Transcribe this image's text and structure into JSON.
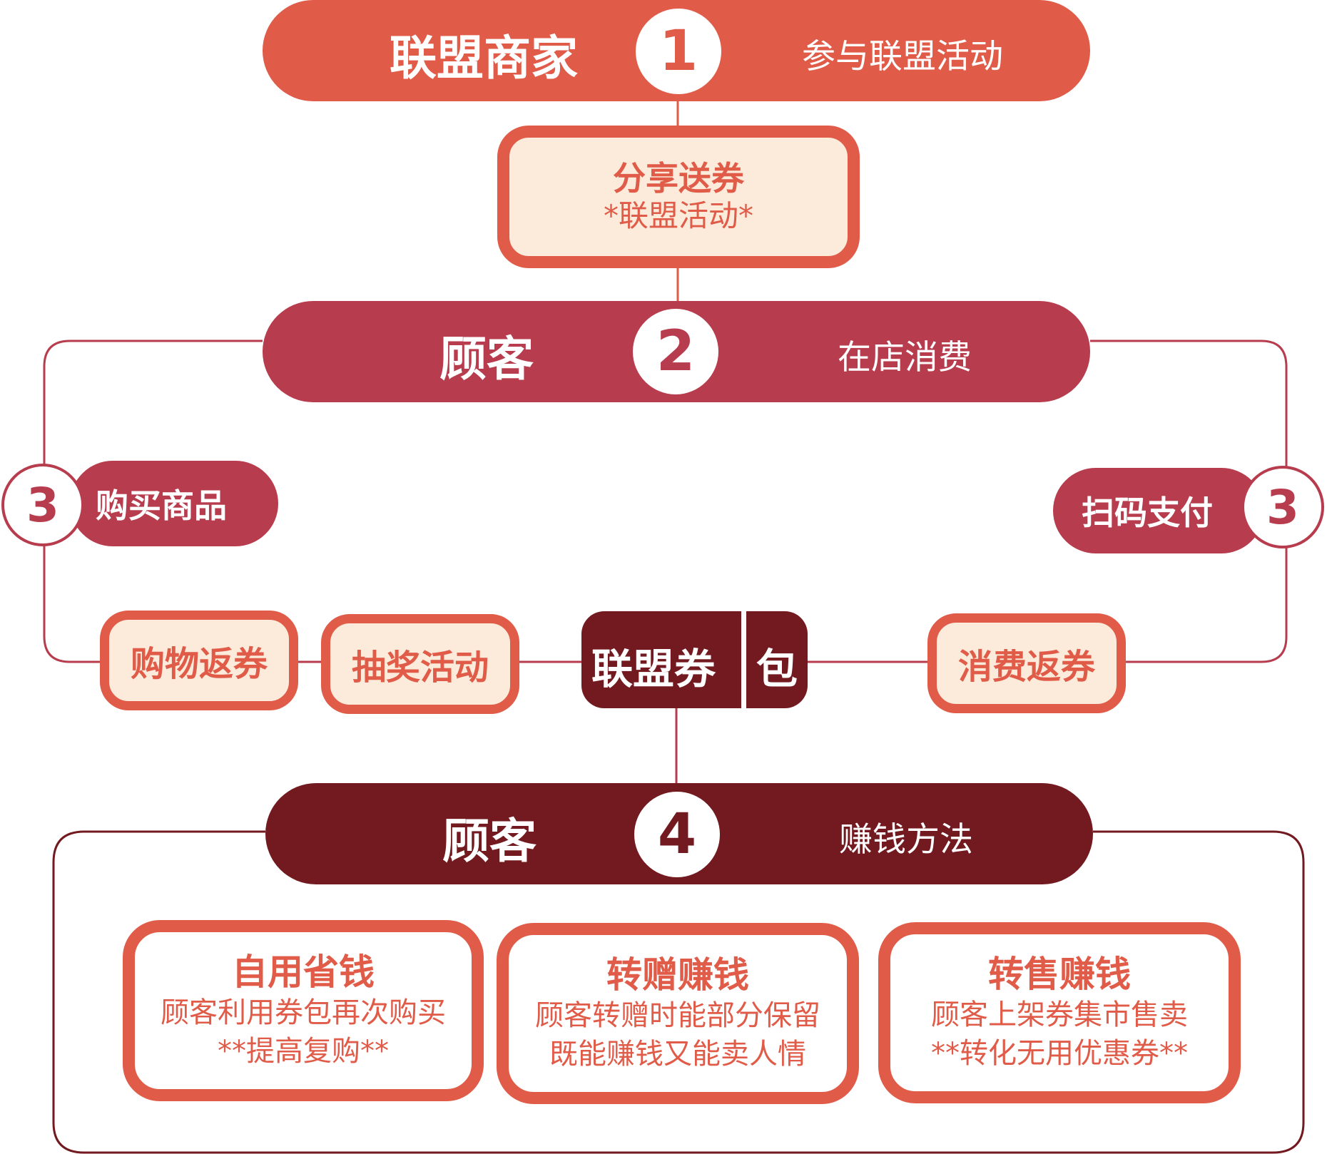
{
  "colors": {
    "orange": "#e05b48",
    "rose": "#b73c4d",
    "maroon": "#721a1f",
    "cream": "#fcebdb",
    "white": "#ffffff"
  },
  "step1": {
    "title": "联盟商家",
    "number": "1",
    "subtitle": "参与联盟活动"
  },
  "share_card": {
    "title": "分享送券",
    "subtitle": "*联盟活动*"
  },
  "step2": {
    "title": "顾客",
    "number": "2",
    "subtitle": "在店消费"
  },
  "left_branch": {
    "number": "3",
    "label": "购买商品"
  },
  "right_branch": {
    "number": "3",
    "label": "扫码支付"
  },
  "tags": {
    "shopping_rebate": "购物返券",
    "lottery": "抽奖活动",
    "consumption_rebate": "消费返券"
  },
  "wallet": {
    "left": "联盟券",
    "right": "包"
  },
  "step4": {
    "title": "顾客",
    "number": "4",
    "subtitle": "赚钱方法"
  },
  "methods": [
    {
      "title": "自用省钱",
      "line1": "顾客利用券包再次购买",
      "line2": "**提高复购**"
    },
    {
      "title": "转赠赚钱",
      "line1": "顾客转赠时能部分保留",
      "line2": "既能赚钱又能卖人情"
    },
    {
      "title": "转售赚钱",
      "line1": "顾客上架券集市售卖",
      "line2": "**转化无用优惠券**"
    }
  ]
}
